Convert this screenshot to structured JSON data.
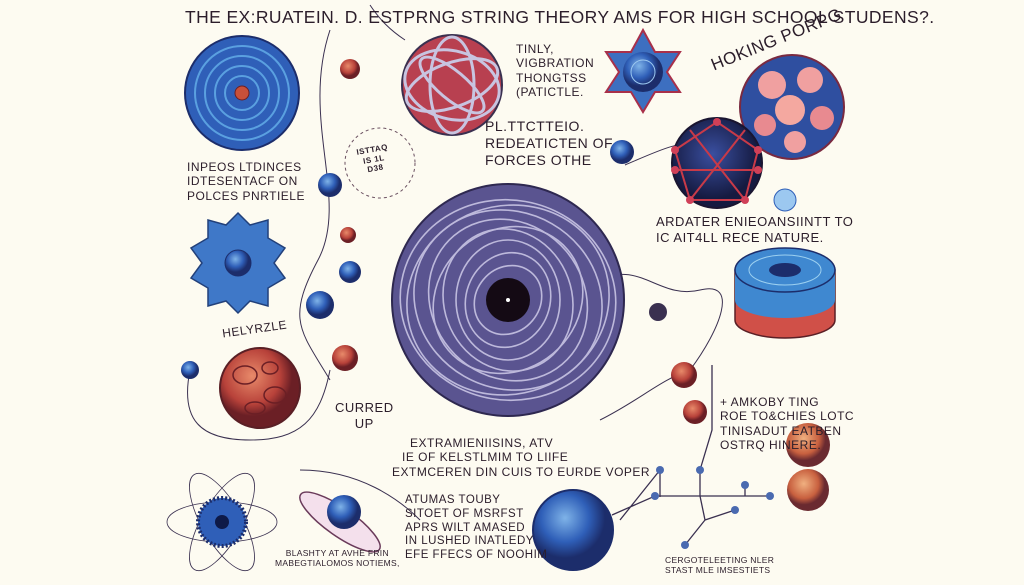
{
  "title": "THE EX:RUATEIN. D. ESTPRNG STRING THEORY AMS FOR HIGH SCHOOL STUDENS?.",
  "labels": {
    "tinly": [
      "TINLY,",
      "VIGBRATION",
      "THONGTSS",
      "(PATICTLE."
    ],
    "forces": [
      "PL.TTCTTEIO.",
      "REDEATICTEN OF",
      "FORCES OTHE"
    ],
    "hoking": "HOKING PORPG",
    "inpeos": [
      "INPEOS LTDINCES",
      "IDTESENTACF ON",
      "POLCES PNRTIELE"
    ],
    "stamp": [
      "ISTTAQ",
      "IS 1L",
      "D38"
    ],
    "ardater": [
      "ARDATER ENIEOANSIINTT TO",
      "IC AIT4LL RECE NATURE."
    ],
    "helyrzle": "HELYRZLE",
    "curred": [
      "CURRED",
      "UP"
    ],
    "extra": [
      "EXTRAMIENIISINS, ATV",
      "IE OF KELSTLMIM TO LIIFE",
      "EXTMCEREN DIN CUIS TO EURDE VOPER"
    ],
    "amkoby": [
      "+ AMKOBY TING",
      "ROE TO&CHIES LOTC",
      "TINISADUT EATBEN",
      "OSTRQ HINERE."
    ],
    "atumas": [
      "ATUMAS TOUBY",
      "SITOET OF MSRFST",
      "APRS WILT AMASED",
      "IN LUSHED INATLEDY",
      "EFE FFECS OF NOOHIM"
    ],
    "blashty": [
      "BLASHTY AT AVHE FRIN",
      "MABEGTIALOMOS NOTIEMS,"
    ],
    "cerbot": [
      "CERGOTELEETING NLER",
      "STAST MLE IMSESTIETS"
    ]
  },
  "colors": {
    "background": "#fdfbf1",
    "ink": "#2b1d2a",
    "blue": "#2f5fb8",
    "string_purple": "#5a5490",
    "red": "#b8423a",
    "pink": "#e88a90"
  }
}
